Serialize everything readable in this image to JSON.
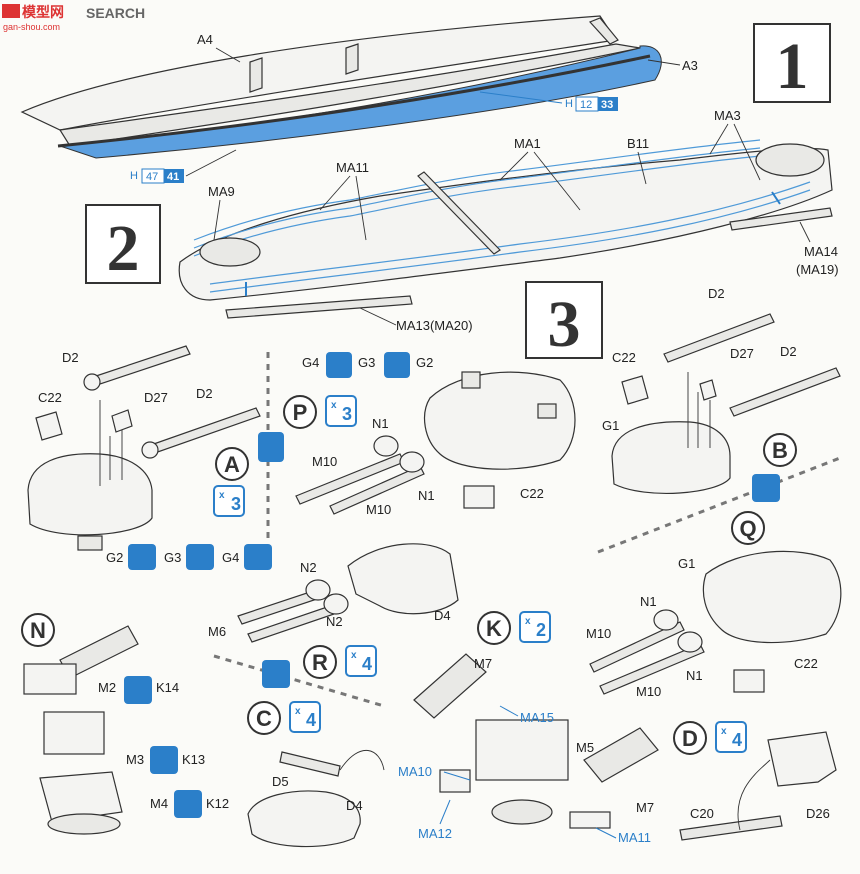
{
  "watermark": {
    "logo_text": "模型网",
    "search_text": "SEARCH",
    "url": "gan-shou.com"
  },
  "steps": [
    "1",
    "2",
    "3"
  ],
  "hull_labels": {
    "a4": "A4",
    "a3": "A3",
    "h_letter_1": "H",
    "h_num_1a": "12",
    "h_num_1b": "33",
    "h_letter_2": "H",
    "h_num_2a": "47",
    "h_num_2b": "41"
  },
  "deck_labels": {
    "ma11": "MA11",
    "ma1": "MA1",
    "b11": "B11",
    "ma3": "MA3",
    "ma9": "MA9",
    "ma14": "MA14",
    "ma19": "(MA19)",
    "ma13": "MA13(MA20)"
  },
  "assemblies": {
    "A": {
      "letter": "A",
      "qty": "3",
      "labels": {
        "d2a": "D2",
        "c22": "C22",
        "d27": "D27",
        "d2b": "D2",
        "g2": "G2",
        "g3": "G3",
        "g4": "G4"
      }
    },
    "P": {
      "letter": "P",
      "qty": "3",
      "labels": {
        "g4": "G4",
        "g3": "G3",
        "g2": "G2",
        "n1a": "N1",
        "m10a": "M10",
        "n1b": "N1",
        "m10b": "M10",
        "c22": "C22"
      }
    },
    "B": {
      "letter": "B",
      "labels": {
        "d2a": "D2",
        "c22": "C22",
        "d27": "D27",
        "d2b": "D2",
        "g1": "G1"
      }
    },
    "Q": {
      "letter": "Q",
      "labels": {
        "g1": "G1",
        "n1a": "N1",
        "m10a": "M10",
        "n1b": "N1",
        "m10b": "M10",
        "c22": "C22"
      }
    },
    "R": {
      "letter": "R",
      "qty": "4",
      "labels": {
        "n2a": "N2",
        "m6": "M6",
        "n2b": "N2",
        "d4": "D4"
      }
    },
    "N": {
      "letter": "N",
      "labels": {
        "m2": "M2",
        "k14": "K14",
        "m3": "M3",
        "k13": "K13",
        "m4": "M4",
        "k12": "K12"
      }
    },
    "C": {
      "letter": "C",
      "qty": "4",
      "labels": {
        "d5": "D5",
        "d4": "D4"
      }
    },
    "K": {
      "letter": "K",
      "qty": "2",
      "labels": {
        "m7a": "M7",
        "ma15": "MA15",
        "m5": "M5",
        "ma10": "MA10",
        "ma12": "MA12",
        "m7b": "M7",
        "ma11": "MA11"
      }
    },
    "D": {
      "letter": "D",
      "qty": "4",
      "labels": {
        "c20": "C20",
        "d26": "D26"
      }
    }
  }
}
